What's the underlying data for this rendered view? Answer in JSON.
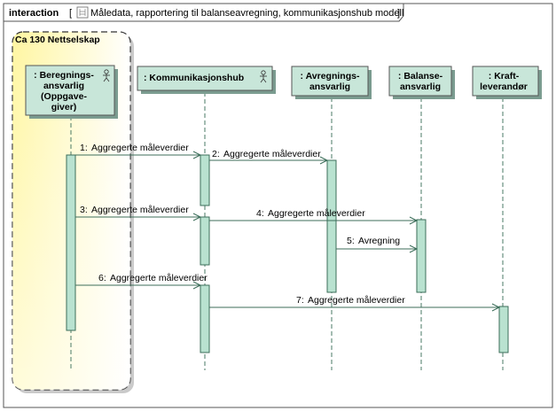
{
  "frame": {
    "keyword": "interaction",
    "title_open": "[",
    "title": "Måledata, rapportering til balanseavregning, kommunikasjonshub modell",
    "title_close": "]"
  },
  "partition": {
    "label": "Ca 130 Nettselskap"
  },
  "lifelines": [
    {
      "id": "beregning",
      "lines": [
        ": Beregnings-",
        "ansvarlig",
        "(Oppgave-",
        "giver)"
      ],
      "actor_icon": "actor-icon"
    },
    {
      "id": "hub",
      "lines": [
        ": Kommunikasjonshub"
      ],
      "actor_icon": "actor-icon"
    },
    {
      "id": "avregning",
      "lines": [
        ": Avregnings-",
        "ansvarlig"
      ]
    },
    {
      "id": "balanse",
      "lines": [
        ": Balanse-",
        "ansvarlig"
      ]
    },
    {
      "id": "kraft",
      "lines": [
        ": Kraft-",
        "leverandør"
      ]
    }
  ],
  "messages": [
    {
      "num": "1:",
      "text": "Aggregerte måleverdier"
    },
    {
      "num": "2:",
      "text": "Aggregerte måleverdier"
    },
    {
      "num": "3:",
      "text": "Aggregerte måleverdier"
    },
    {
      "num": "4:",
      "text": "Aggregerte måleverdier"
    },
    {
      "num": "5:",
      "text": "Avregning"
    },
    {
      "num": "6:",
      "text": "Aggregerte måleverdier"
    },
    {
      "num": "7:",
      "text": "Aggregerte måleverdier"
    }
  ],
  "colors": {
    "lifeline_fill": "#c8e6d9",
    "activation_fill": "#b9e2d0",
    "partition_gradient_start": "#fff8a8",
    "partition_gradient_end": "#ffffff",
    "line": "#3c6e5a"
  }
}
